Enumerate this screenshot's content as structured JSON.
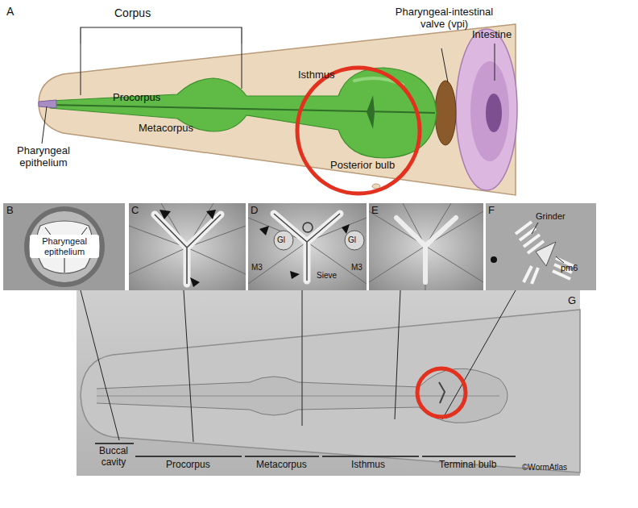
{
  "diagram": {
    "nodes": [
      {
        "text": [
          "Pharyngeal epithelium"
        ]
      }
    ],
    "labels": [
      "A",
      "Corpus",
      "Pharyngeal-intestinal valve (vpi)",
      "Intestine",
      "Isthmus",
      "Procorpus",
      "Metacorpus",
      "Pharyngeal epithelium",
      "Posterior bulb",
      "B",
      "C",
      "D",
      "E",
      "F",
      "Gl",
      "Gl",
      "M3",
      "M3",
      "Sieve",
      "Grinder",
      "pm6",
      "G",
      "Buccal cavity",
      "Procorpus",
      "Metacorpus",
      "Isthmus",
      "Terminal bulb",
      "©WormAtlas"
    ]
  }
}
